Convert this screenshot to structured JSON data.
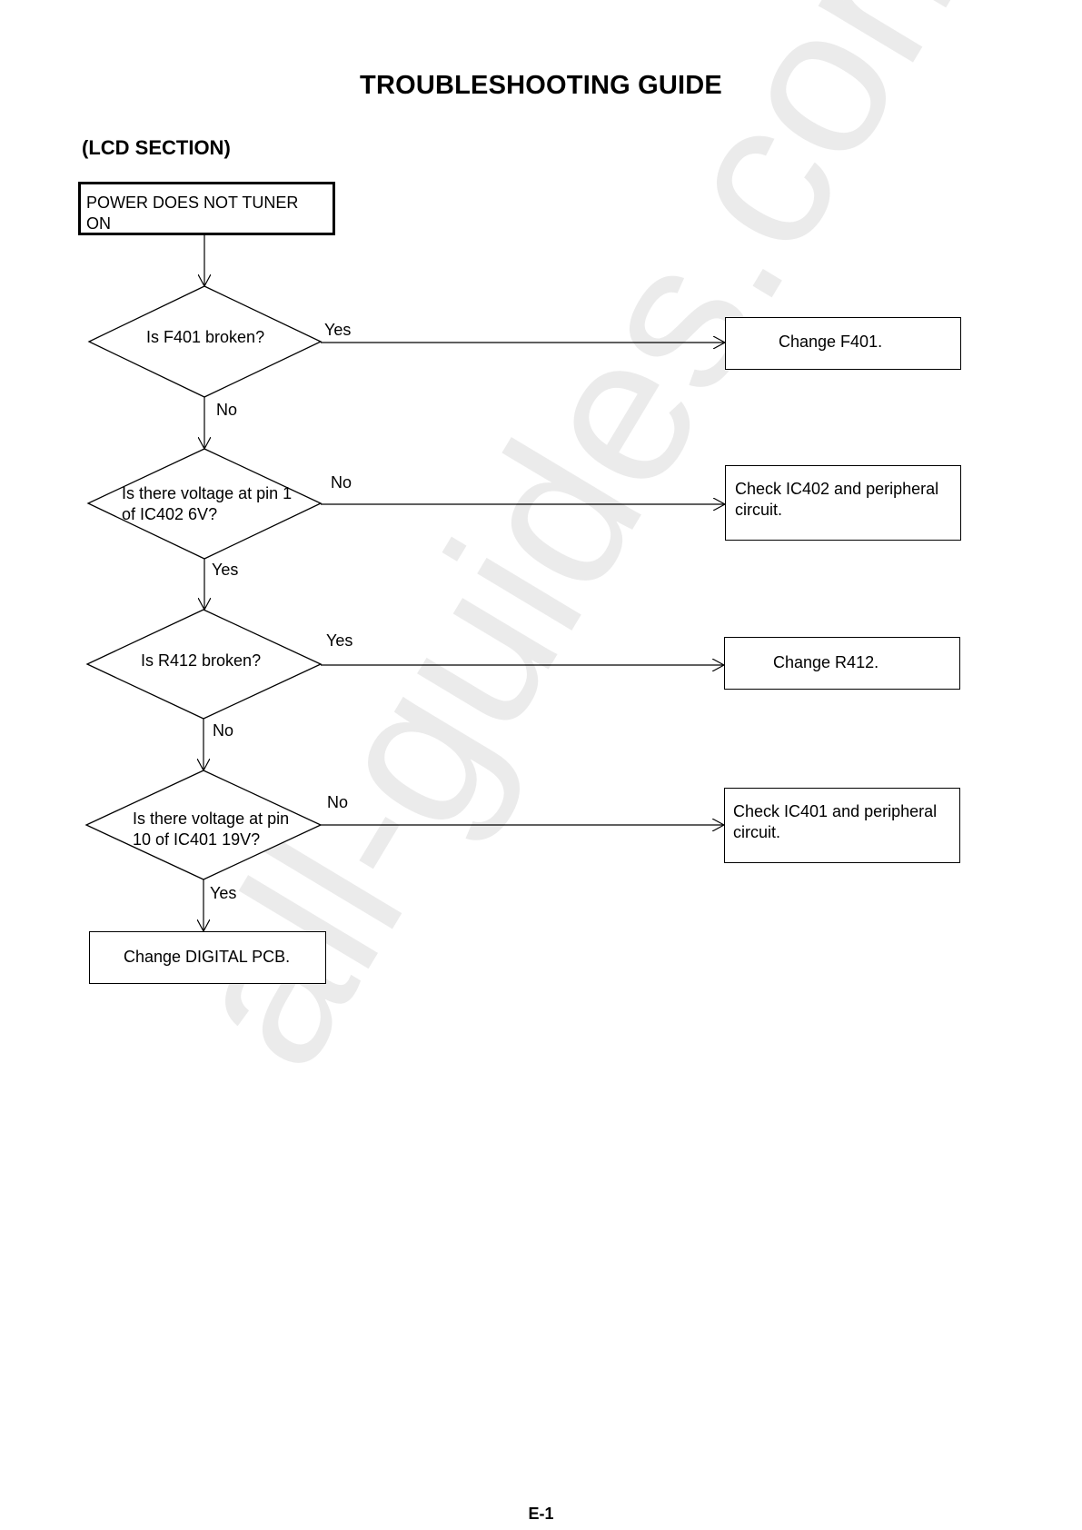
{
  "title": "TROUBLESHOOTING GUIDE",
  "section": "(LCD SECTION)",
  "watermark": "all-guides.com",
  "start": "POWER DOES NOT TUNER ON",
  "decisions": [
    {
      "line1": "Is F401 broken?",
      "line2": ""
    },
    {
      "line1": "Is there voltage at pin 1",
      "line2": "of IC402 6V?"
    },
    {
      "line1": "Is R412 broken?",
      "line2": ""
    },
    {
      "line1": "Is there voltage at pin",
      "line2": "10 of IC401 19V?"
    }
  ],
  "actions": [
    {
      "line1": "Change F401.",
      "line2": ""
    },
    {
      "line1": "Check IC402 and peripheral",
      "line2": "circuit."
    },
    {
      "line1": "Change R412.",
      "line2": ""
    },
    {
      "line1": "Check IC401 and peripheral",
      "line2": "circuit."
    }
  ],
  "side_labels": [
    "Yes",
    "No",
    "Yes",
    "No"
  ],
  "down_labels": [
    "No",
    "Yes",
    "No",
    "Yes"
  ],
  "end": "Change DIGITAL PCB.",
  "footer": "E-1"
}
